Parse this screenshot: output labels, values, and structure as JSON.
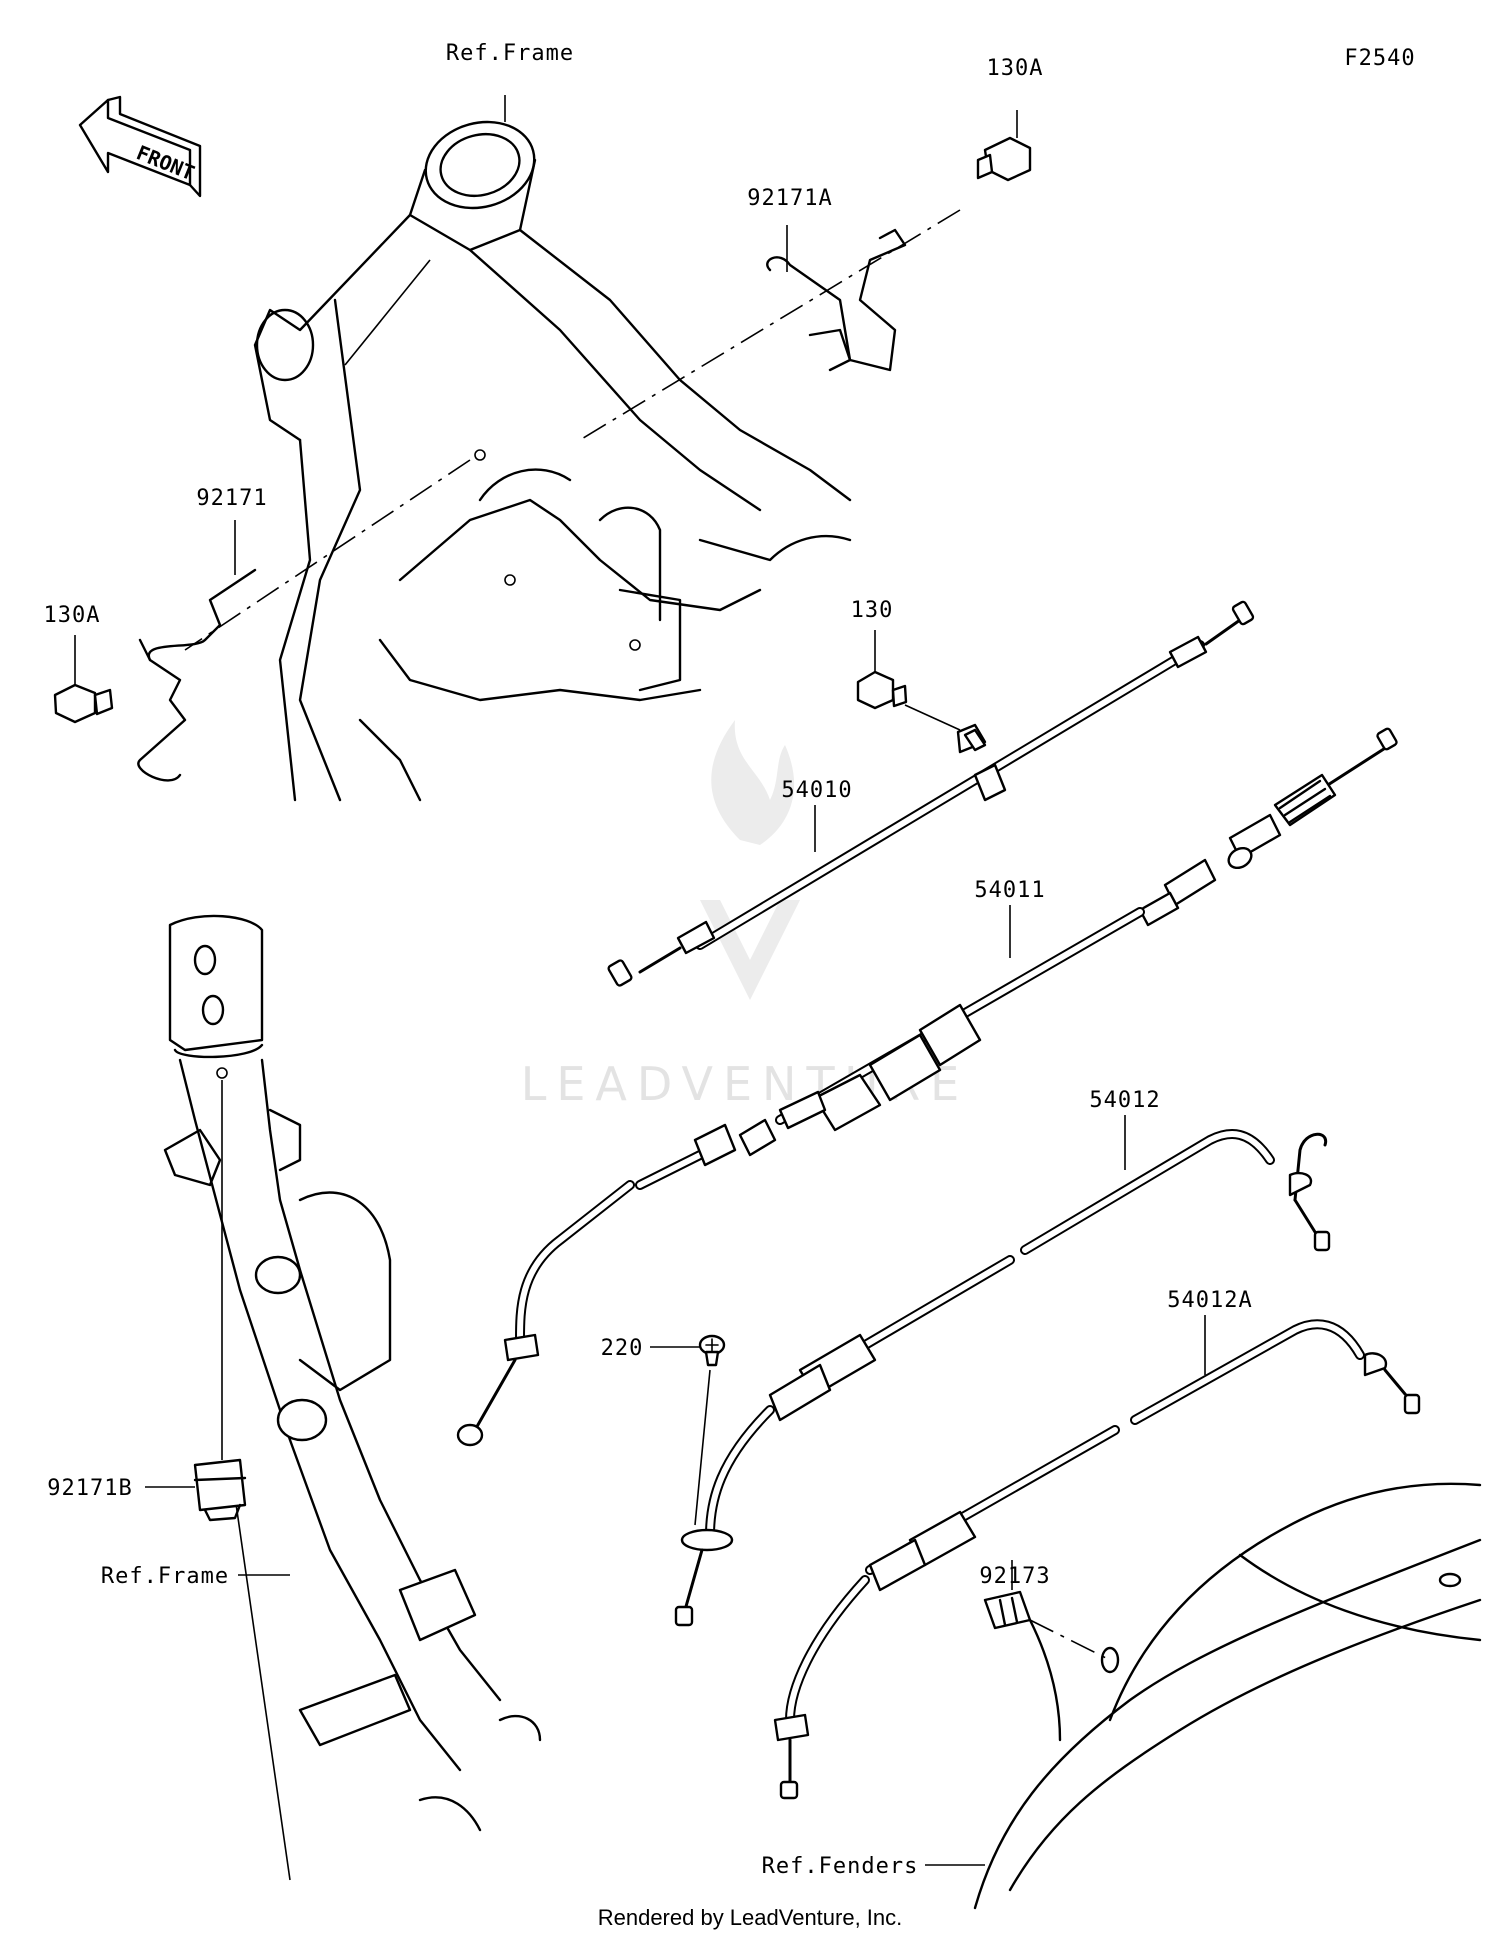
{
  "figure_code": "F2540",
  "front_arrow": {
    "label": "FRONT"
  },
  "watermark": "LEADVENTURE",
  "footer": "Rendered by LeadVenture, Inc.",
  "labels": {
    "ref_frame_top": "Ref.Frame",
    "bolt_130A_top": "130A",
    "clamp_92171A": "92171A",
    "clamp_92171": "92171",
    "bolt_130A_left": "130A",
    "bolt_130": "130",
    "cable_54010": "54010",
    "cable_54011": "54011",
    "cable_54012": "54012",
    "cable_54012A": "54012A",
    "screw_220": "220",
    "clamp_92171B": "92171B",
    "ref_frame_bottom": "Ref.Frame",
    "clip_92173": "92173",
    "ref_fenders": "Ref.Fenders"
  }
}
